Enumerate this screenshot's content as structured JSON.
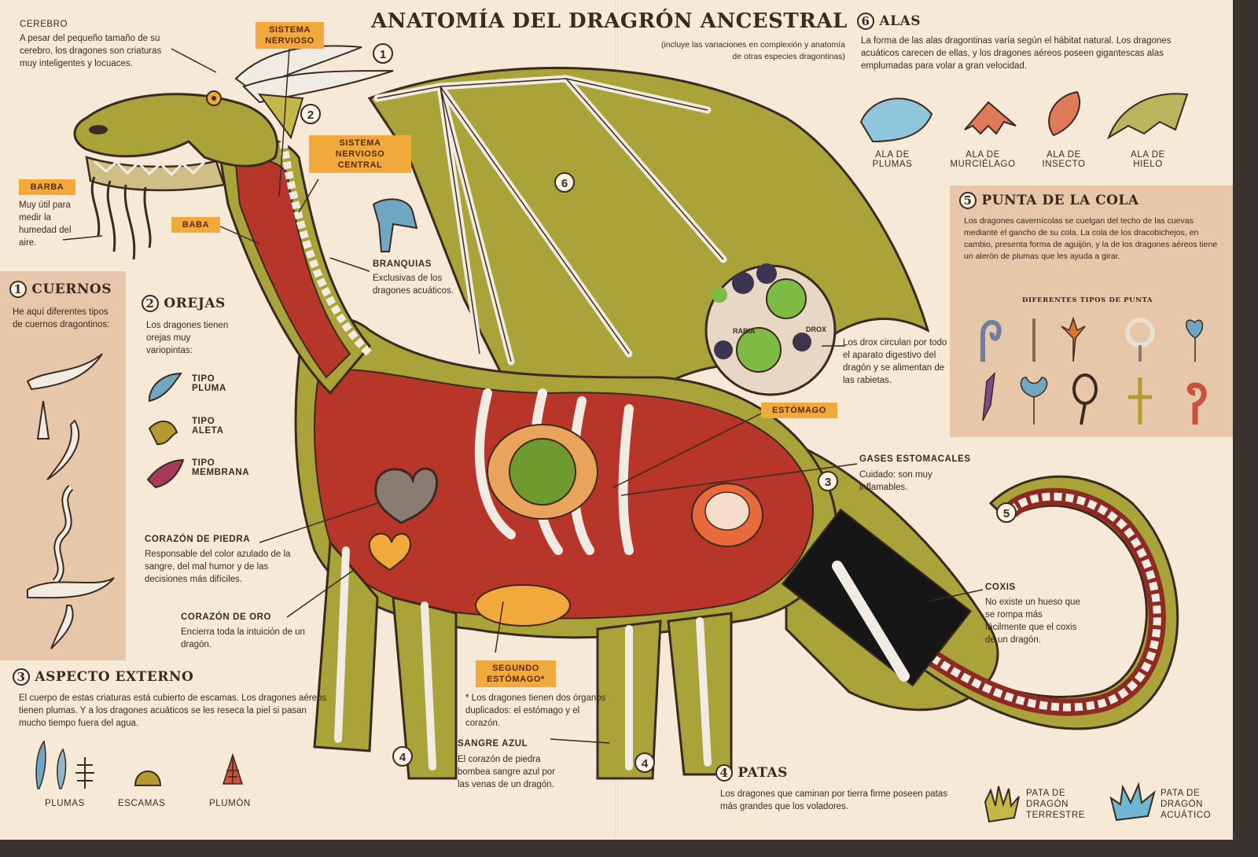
{
  "title": "ANATOMÍA DEL DRAGRÓN ANCESTRAL",
  "subtitle": "(incluye las variaciones en complexión y anatomía de otras especies dragontinas)",
  "numbers": {
    "n1": "1",
    "n2": "2",
    "n3": "3",
    "n4": "4",
    "n5": "5",
    "n6": "6"
  },
  "cerebro": {
    "title": "CEREBRO",
    "text": "A pesar del pequeño tamaño de su cerebro, los dragones son criaturas muy inteligentes y locuaces."
  },
  "sistema_nervioso": "SISTEMA NERVIOSO",
  "sistema_nervioso_central": "SISTEMA NERVIOSO CENTRAL",
  "barba": {
    "tag": "BARBA",
    "text": "Muy útil para medir la humedad del aire."
  },
  "baba": "BABA",
  "branquias": {
    "title": "BRANQUIAS",
    "text": "Exclusivas de los dragones acuáticos."
  },
  "cuernos": {
    "title": "CUERNOS",
    "text": "He aquí diferentes tipos de cuernos dragontinos:"
  },
  "orejas": {
    "title": "OREJAS",
    "text": "Los dragones tienen orejas muy variopintas:",
    "types": [
      "TIPO PLUMA",
      "TIPO ALETA",
      "TIPO MEMBRANA"
    ]
  },
  "corazon_piedra": {
    "title": "CORAZÓN DE PIEDRA",
    "text": "Responsable del color azulado de la sangre, del mal humor y de las decisiones más difíciles."
  },
  "corazon_oro": {
    "title": "CORAZÓN DE ORO",
    "text": "Encierra toda la intuición de un dragón."
  },
  "aspecto": {
    "title": "ASPECTO EXTERNO",
    "text": "El cuerpo de estas criaturas está cubierto de escamas. Los dragones aéreos tienen plumas. Y a los dragones acuáticos se les reseca la piel si pasan mucho tiempo fuera del agua.",
    "items": [
      "PLUMAS",
      "ESCAMAS",
      "PLUMÓN"
    ]
  },
  "segundo_estomago": {
    "tag": "SEGUNDO ESTÓMAGO*",
    "text": "* Los dragones tienen dos órganos duplicados: el estómago y el corazón."
  },
  "sangre_azul": {
    "title": "SANGRE AZUL",
    "text": "El corazón de piedra bombea sangre azul por las venas de un dragón."
  },
  "alas": {
    "title": "ALAS",
    "text": "La forma de las alas dragontinas varía según el hábitat natural. Los dragones acuáticos carecen de ellas, y los dragones aéreos poseen gigantescas alas emplumadas para volar a gran velocidad.",
    "types": [
      "ALA DE PLUMAS",
      "ALA DE MURCIÉLAGO",
      "ALA DE INSECTO",
      "ALA DE HIELO"
    ]
  },
  "punta_cola": {
    "title": "PUNTA DE LA COLA",
    "text": "Los dragones cavernícolas se cuelgan del techo de las cuevas mediante el gancho de su cola. La cola de los dracobichejos, en cambio, presenta forma de aguijón, y la de los dragones aéreos tiene un alerón de plumas que les ayuda a girar.",
    "subtitle": "DIFERENTES TIPOS DE PUNTA"
  },
  "drox": {
    "rabia": "RABIA",
    "drox": "DROX",
    "text": "Los drox circulan por todo el aparato digestivo del dragón y se alimentan de las rabietas."
  },
  "estomago": "ESTÓMAGO",
  "gases": {
    "title": "GASES ESTOMACALES",
    "text": "Cuidado: son muy inflamables."
  },
  "coxis": {
    "title": "COXIS",
    "text": "No existe un hueso que se rompa más fácilmente que el coxis de un dragón."
  },
  "patas": {
    "title": "PATAS",
    "text": "Los dragones que caminan por tierra firme poseen patas más grandes que los voladores.",
    "types": [
      "PATA DE DRAGÓN TERRESTRE",
      "PATA DE DRAGÓN ACUÁTICO"
    ]
  },
  "colors": {
    "page": "#f6e9d8",
    "panel": "#e6c7a9",
    "tag": "#f2a93b",
    "body_red": "#b8352a",
    "olive": "#a9a33a",
    "bone": "#f1ece3"
  }
}
